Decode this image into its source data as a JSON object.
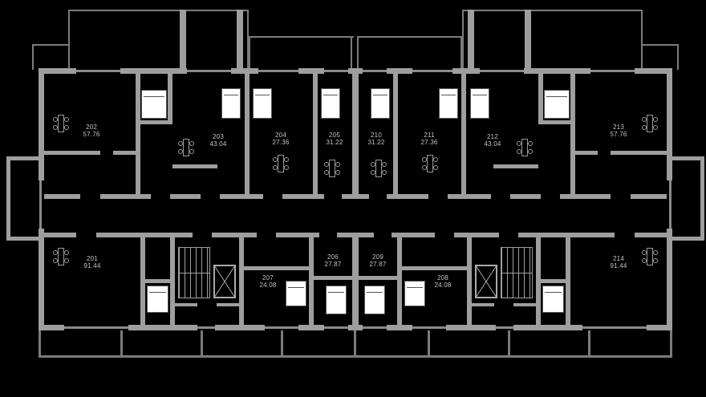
{
  "colors": {
    "background": "#000000",
    "wall": "#9e9e9e",
    "wall_thin": "#7b7b7b",
    "fixture_fill": "#ffffff",
    "label_text": "#c4c4c4"
  },
  "apartments": [
    {
      "number": "202",
      "area": "57.76"
    },
    {
      "number": "203",
      "area": "43.04"
    },
    {
      "number": "204",
      "area": "27.36"
    },
    {
      "number": "205",
      "area": "31.22"
    },
    {
      "number": "210",
      "area": "31.22"
    },
    {
      "number": "211",
      "area": "27.36"
    },
    {
      "number": "212",
      "area": "43.04"
    },
    {
      "number": "213",
      "area": "57.76"
    },
    {
      "number": "201",
      "area": "91.44"
    },
    {
      "number": "207",
      "area": "24.08"
    },
    {
      "number": "206",
      "area": "27.87"
    },
    {
      "number": "209",
      "area": "27.87"
    },
    {
      "number": "208",
      "area": "24.08"
    },
    {
      "number": "214",
      "area": "91.44"
    }
  ]
}
